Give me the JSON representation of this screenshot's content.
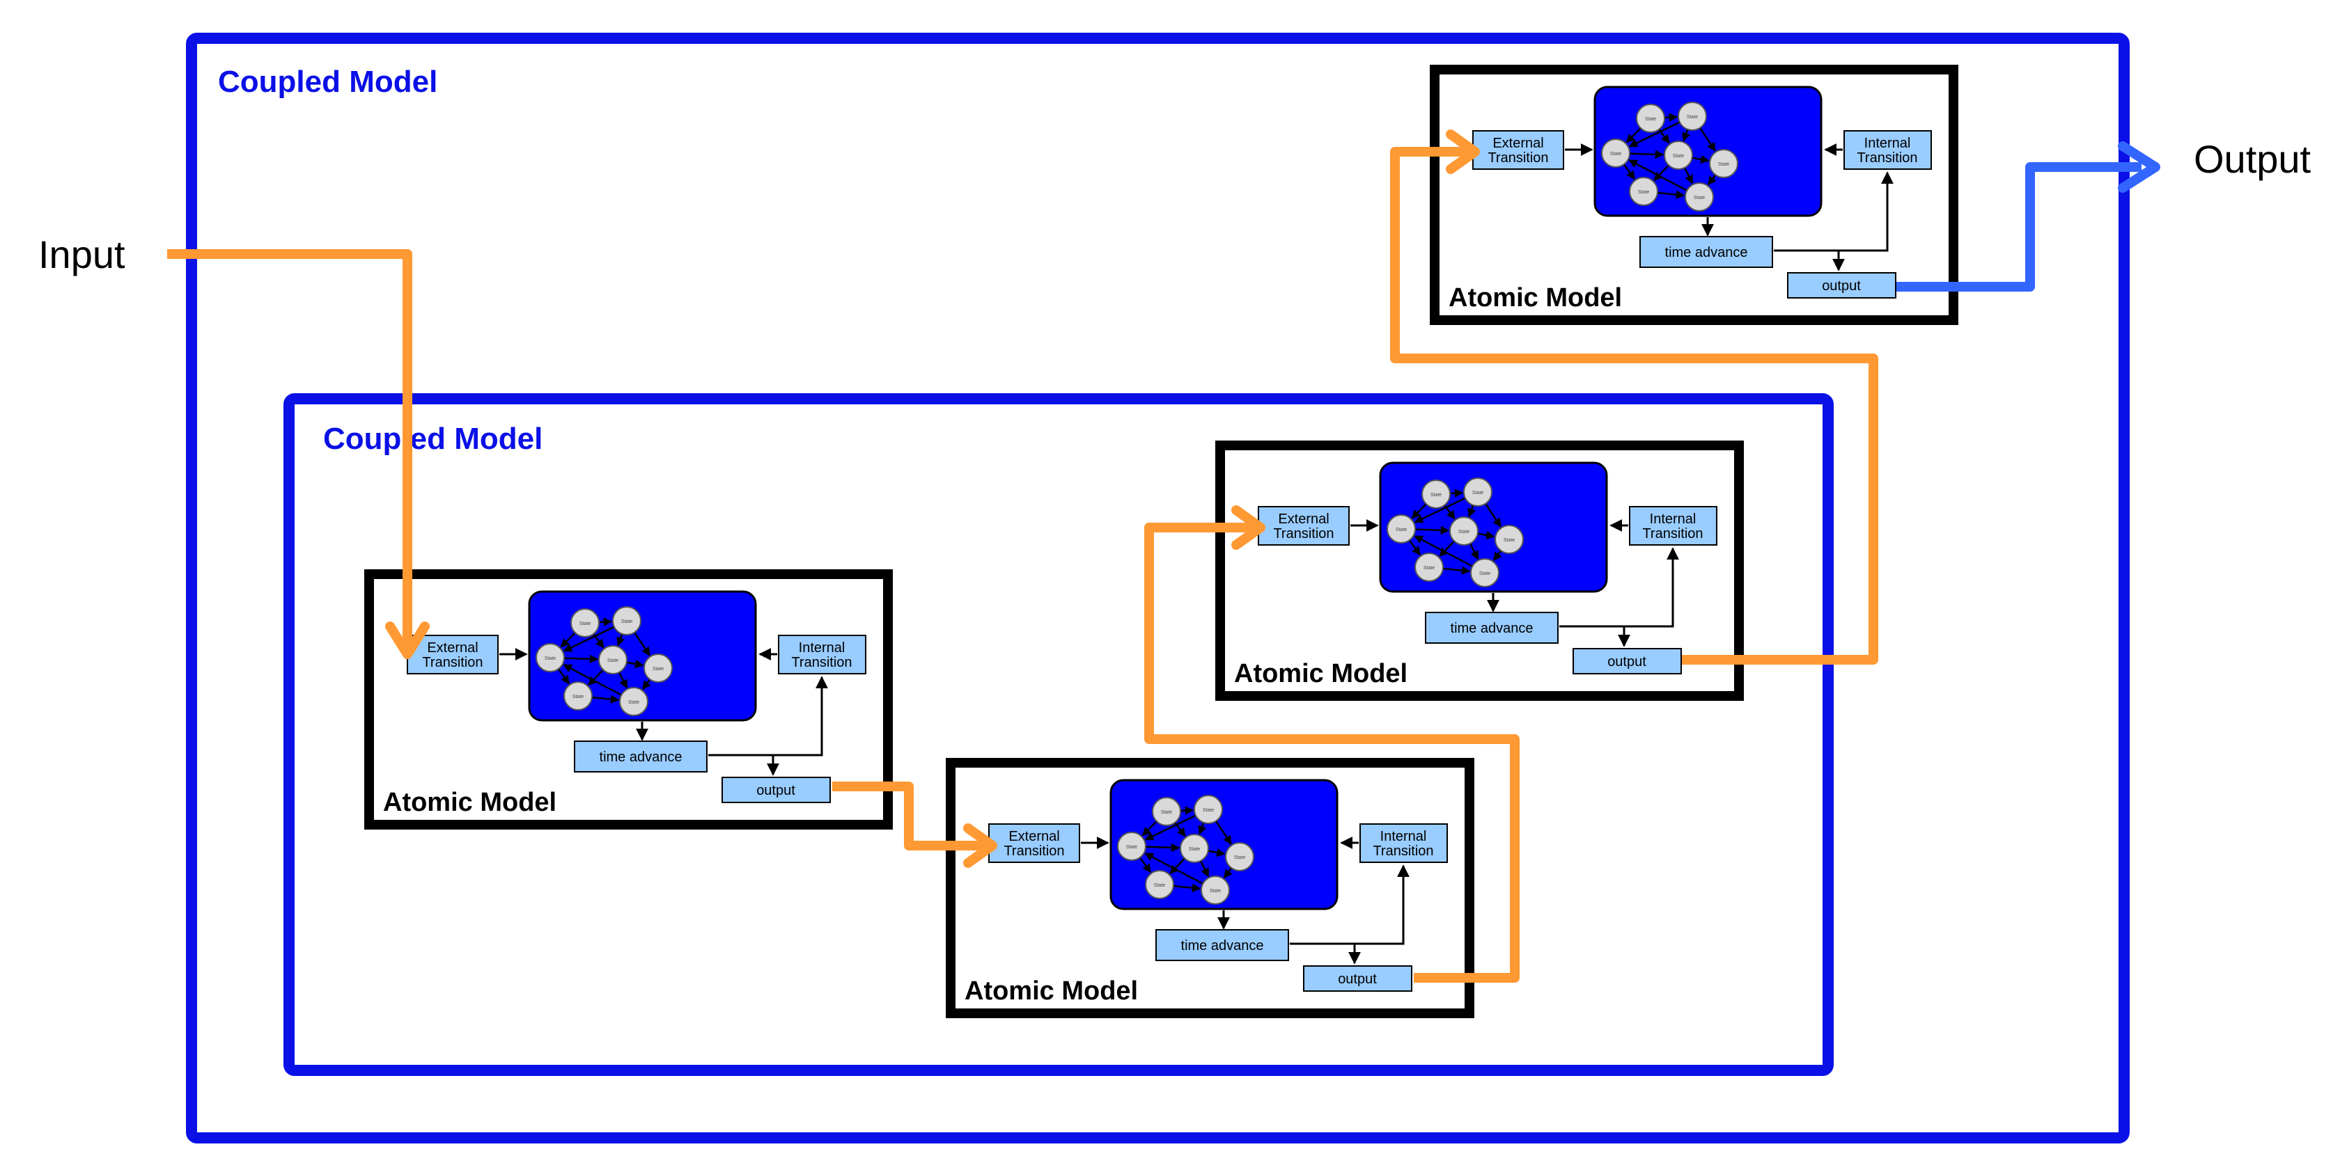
{
  "diagram": {
    "input_label": "Input",
    "output_label": "Output",
    "outer_coupled": {
      "label": "Coupled Model"
    },
    "inner_coupled": {
      "label": "Coupled Model"
    },
    "atomic_models": [
      {
        "id": "atomic-top-right",
        "label": "Atomic Model",
        "external_transition": [
          "External",
          "Transition"
        ],
        "internal_transition": [
          "Internal",
          "Transition"
        ],
        "time_advance": "time advance",
        "output": "output",
        "state_label": "State"
      },
      {
        "id": "atomic-middle-right",
        "label": "Atomic Model",
        "external_transition": [
          "External",
          "Transition"
        ],
        "internal_transition": [
          "Internal",
          "Transition"
        ],
        "time_advance": "time advance",
        "output": "output",
        "state_label": "State"
      },
      {
        "id": "atomic-left",
        "label": "Atomic Model",
        "external_transition": [
          "External",
          "Transition"
        ],
        "internal_transition": [
          "Internal",
          "Transition"
        ],
        "time_advance": "time advance",
        "output": "output",
        "state_label": "State"
      },
      {
        "id": "atomic-bottom-center",
        "label": "Atomic Model",
        "external_transition": [
          "External",
          "Transition"
        ],
        "internal_transition": [
          "Internal",
          "Transition"
        ],
        "time_advance": "time advance",
        "output": "output",
        "state_label": "State"
      }
    ],
    "colors": {
      "coupled_border": "#0a10e6",
      "atomic_border": "#000000",
      "state_panel": "#0000ff",
      "box_fill": "#99ccff",
      "state_fill": "#d9d9d9",
      "flow_orange": "#ff9933",
      "flow_blue": "#3366ff"
    }
  }
}
